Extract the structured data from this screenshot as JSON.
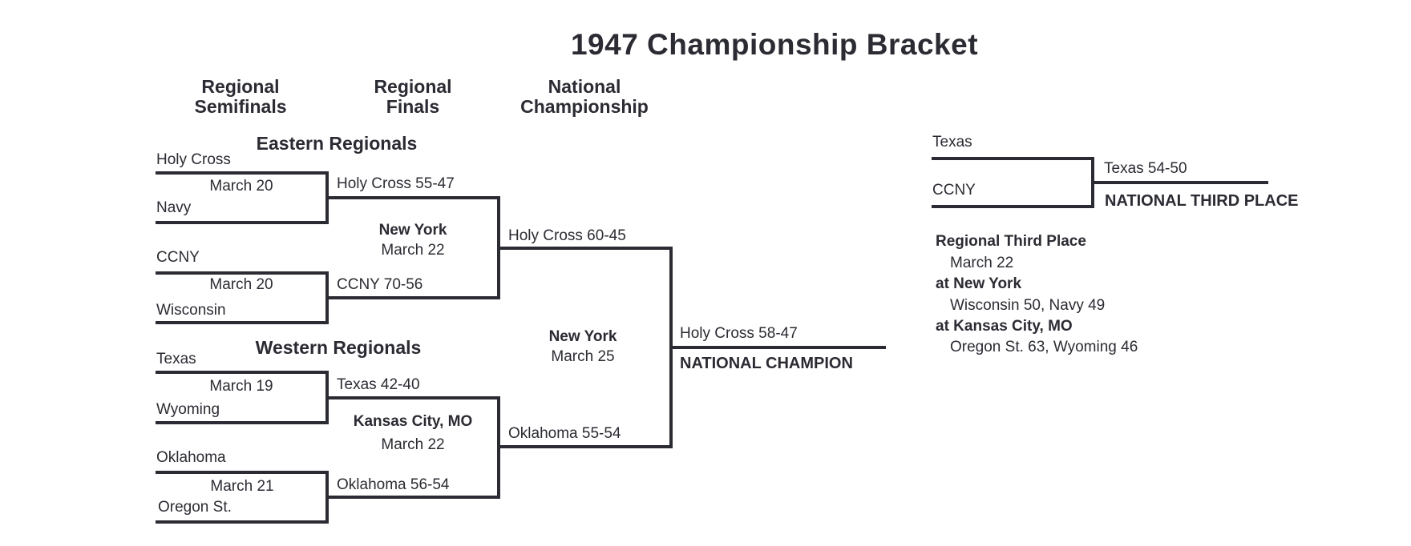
{
  "title": "1947 Championship Bracket",
  "colors": {
    "ink": "#2b2b33",
    "background": "#ffffff"
  },
  "columns": {
    "semifinals": [
      "Regional",
      "Semifinals"
    ],
    "finals": [
      "Regional",
      "Finals"
    ],
    "championship": [
      "National",
      "Championship"
    ]
  },
  "east": {
    "header": "Eastern Regionals",
    "sf1": {
      "team1": "Holy Cross",
      "date": "March 20",
      "team2": "Navy",
      "winner": "Holy Cross 55-47"
    },
    "sf2": {
      "team1": "CCNY",
      "date": "March 20",
      "team2": "Wisconsin",
      "winner": "CCNY 70-56"
    },
    "final": {
      "site": "New York",
      "date": "March 22",
      "winner": "Holy Cross 60-45"
    }
  },
  "west": {
    "header": "Western Regionals",
    "sf1": {
      "team1": "Texas",
      "date": "March 19",
      "team2": "Wyoming",
      "winner": "Texas 42-40"
    },
    "sf2": {
      "team1": "Oklahoma",
      "date": "March 21",
      "team2": "Oregon St.",
      "winner": "Oklahoma 56-54"
    },
    "final": {
      "site": "Kansas City, MO",
      "date": "March 22",
      "winner": "Oklahoma 55-54"
    }
  },
  "national": {
    "site": "New York",
    "date": "March 25",
    "winner": "Holy Cross 58-47",
    "champion_label": "NATIONAL CHAMPION"
  },
  "third_place": {
    "team1": "Texas",
    "team2": "CCNY",
    "winner": "Texas 54-50",
    "label": "NATIONAL THIRD PLACE"
  },
  "regional_third_place": {
    "title": "Regional Third Place",
    "date": "March 22",
    "site1": "at New York",
    "result1": "Wisconsin 50, Navy 49",
    "site2": "at Kansas City, MO",
    "result2": "Oregon St. 63, Wyoming 46"
  }
}
